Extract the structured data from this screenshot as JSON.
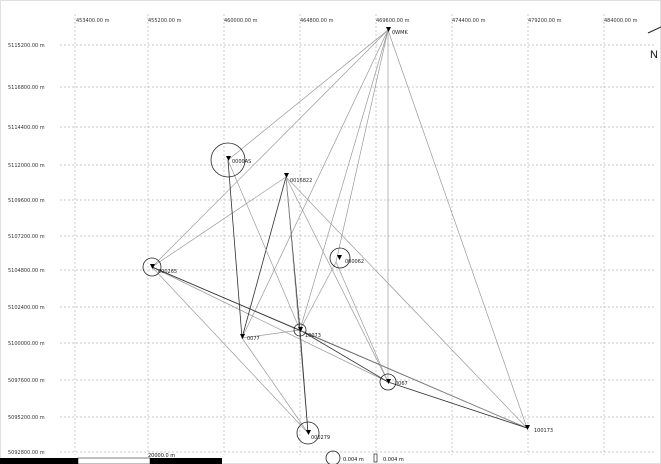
{
  "x_ticks": [
    "453400.00 m",
    "455200.00 m",
    "460000.00 m",
    "464800.00 m",
    "469600.00 m",
    "474400.00 m",
    "479200.00 m",
    "484000.00 m"
  ],
  "y_ticks": [
    "5115200.00 m",
    "5116800.00 m",
    "5114400.00 m",
    "5112000.00 m",
    "5109600.00 m",
    "5107200.00 m",
    "5104800.00 m",
    "5102400.00 m",
    "5100000.00 m",
    "5097600.00 m",
    "5095200.00 m",
    "5092800.00 m"
  ],
  "stations": [
    {
      "id": "s-top",
      "label": "0WMK"
    },
    {
      "id": "s-a",
      "label": "0000AS"
    },
    {
      "id": "s-b",
      "label": "0016822"
    },
    {
      "id": "s-left",
      "label": "000265"
    },
    {
      "id": "s-c",
      "label": "000062"
    },
    {
      "id": "s-d",
      "label": "0077"
    },
    {
      "id": "s-center",
      "label": "10073"
    },
    {
      "id": "s-e",
      "label": "0067"
    },
    {
      "id": "s-bottom",
      "label": "000279"
    },
    {
      "id": "s-right",
      "label": "100173"
    }
  ],
  "legend": {
    "scale_text": "20000.0 m",
    "ellipse_label": "0.004 m",
    "bar_label": "0.004 m"
  },
  "north_label": "N"
}
